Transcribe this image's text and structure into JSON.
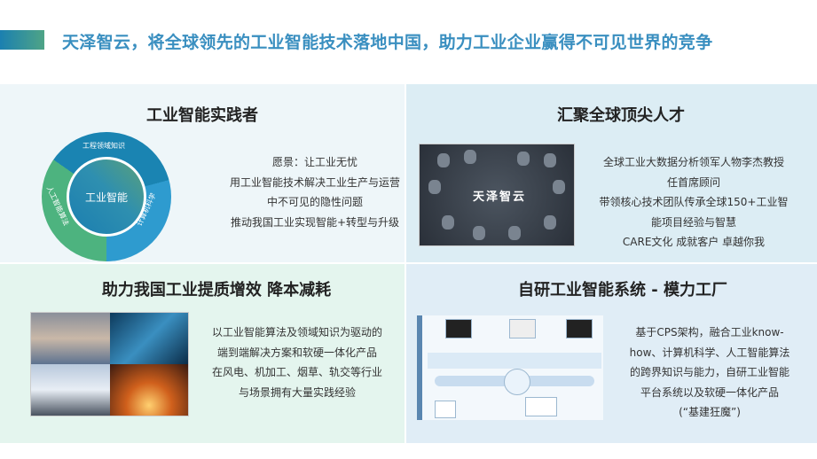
{
  "headline": "天泽智云，将全球领先的工业智能技术落地中国，助力工业企业赢得不可见世界的竞争",
  "practitioner": {
    "title": "工业智能实践者",
    "ring": {
      "center": "工业智能",
      "segments": [
        "工程领域知识",
        "计算机科学",
        "人工智能算法"
      ]
    },
    "lines": [
      "愿景：让工业无忧",
      "用工业智能技术解决工业生产与运营",
      "中不可见的隐性问题",
      "推动我国工业实现智能+转型与升级"
    ]
  },
  "talent": {
    "title": "汇聚全球顶尖人才",
    "photo_brand": "天泽智云",
    "lines": [
      "全球工业大数据分析领军人物李杰教授",
      "任首席顾问",
      "带领核心技术团队传承全球150+工业智",
      "能项目经验与智慧",
      "CARE文化 成就客户 卓越你我"
    ]
  },
  "efficiency": {
    "title": "助力我国工业提质增效 降本减耗",
    "lines": [
      "以工业智能算法及领域知识为驱动的",
      "端到端解决方案和软硬一体化产品",
      "在风电、机加工、烟草、轨交等行业",
      "与场景拥有大量实践经验"
    ]
  },
  "system": {
    "title": "自研工业智能系统 - 模力工厂",
    "lines": [
      "基于CPS架构，融合工业know-",
      "how、计算机科学、人工智能算法",
      "的跨界知识与能力，自研工业智能",
      "平台系统以及软硬一体化产品",
      "(“基建狂魔”)"
    ]
  }
}
